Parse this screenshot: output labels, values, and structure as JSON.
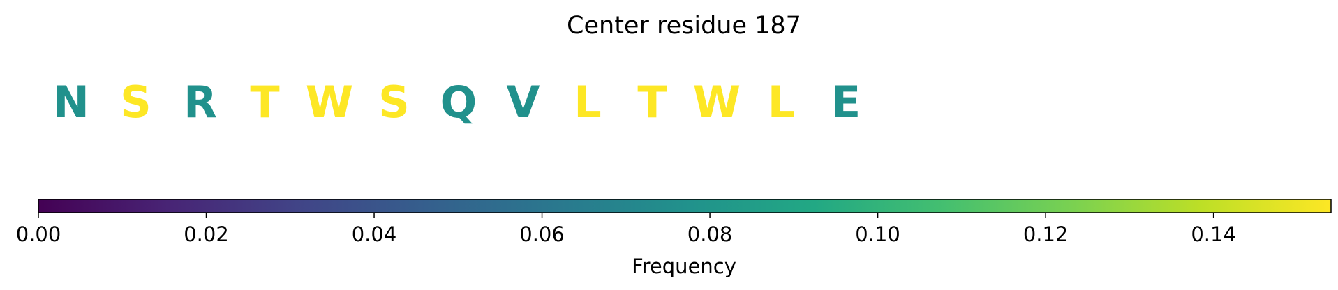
{
  "chart_data": {
    "type": "sequence-colorbar",
    "title": "Center residue 187",
    "residues": [
      {
        "letter": "N",
        "frequency": 0.077
      },
      {
        "letter": "S",
        "frequency": 0.154
      },
      {
        "letter": "R",
        "frequency": 0.077
      },
      {
        "letter": "T",
        "frequency": 0.154
      },
      {
        "letter": "W",
        "frequency": 0.154
      },
      {
        "letter": "S",
        "frequency": 0.154
      },
      {
        "letter": "Q",
        "frequency": 0.077
      },
      {
        "letter": "V",
        "frequency": 0.077
      },
      {
        "letter": "L",
        "frequency": 0.154
      },
      {
        "letter": "T",
        "frequency": 0.154
      },
      {
        "letter": "W",
        "frequency": 0.154
      },
      {
        "letter": "L",
        "frequency": 0.154
      },
      {
        "letter": "E",
        "frequency": 0.077
      }
    ],
    "colorbar": {
      "label": "Frequency",
      "colormap": "viridis",
      "range": [
        0,
        0.154
      ],
      "ticks": [
        0.0,
        0.02,
        0.04,
        0.06,
        0.08,
        0.1,
        0.12,
        0.14
      ],
      "tick_labels": [
        "0.00",
        "0.02",
        "0.04",
        "0.06",
        "0.08",
        "0.10",
        "0.12",
        "0.14"
      ]
    },
    "colors": {
      "low_mid": "#21918c",
      "high": "#fde725"
    }
  }
}
